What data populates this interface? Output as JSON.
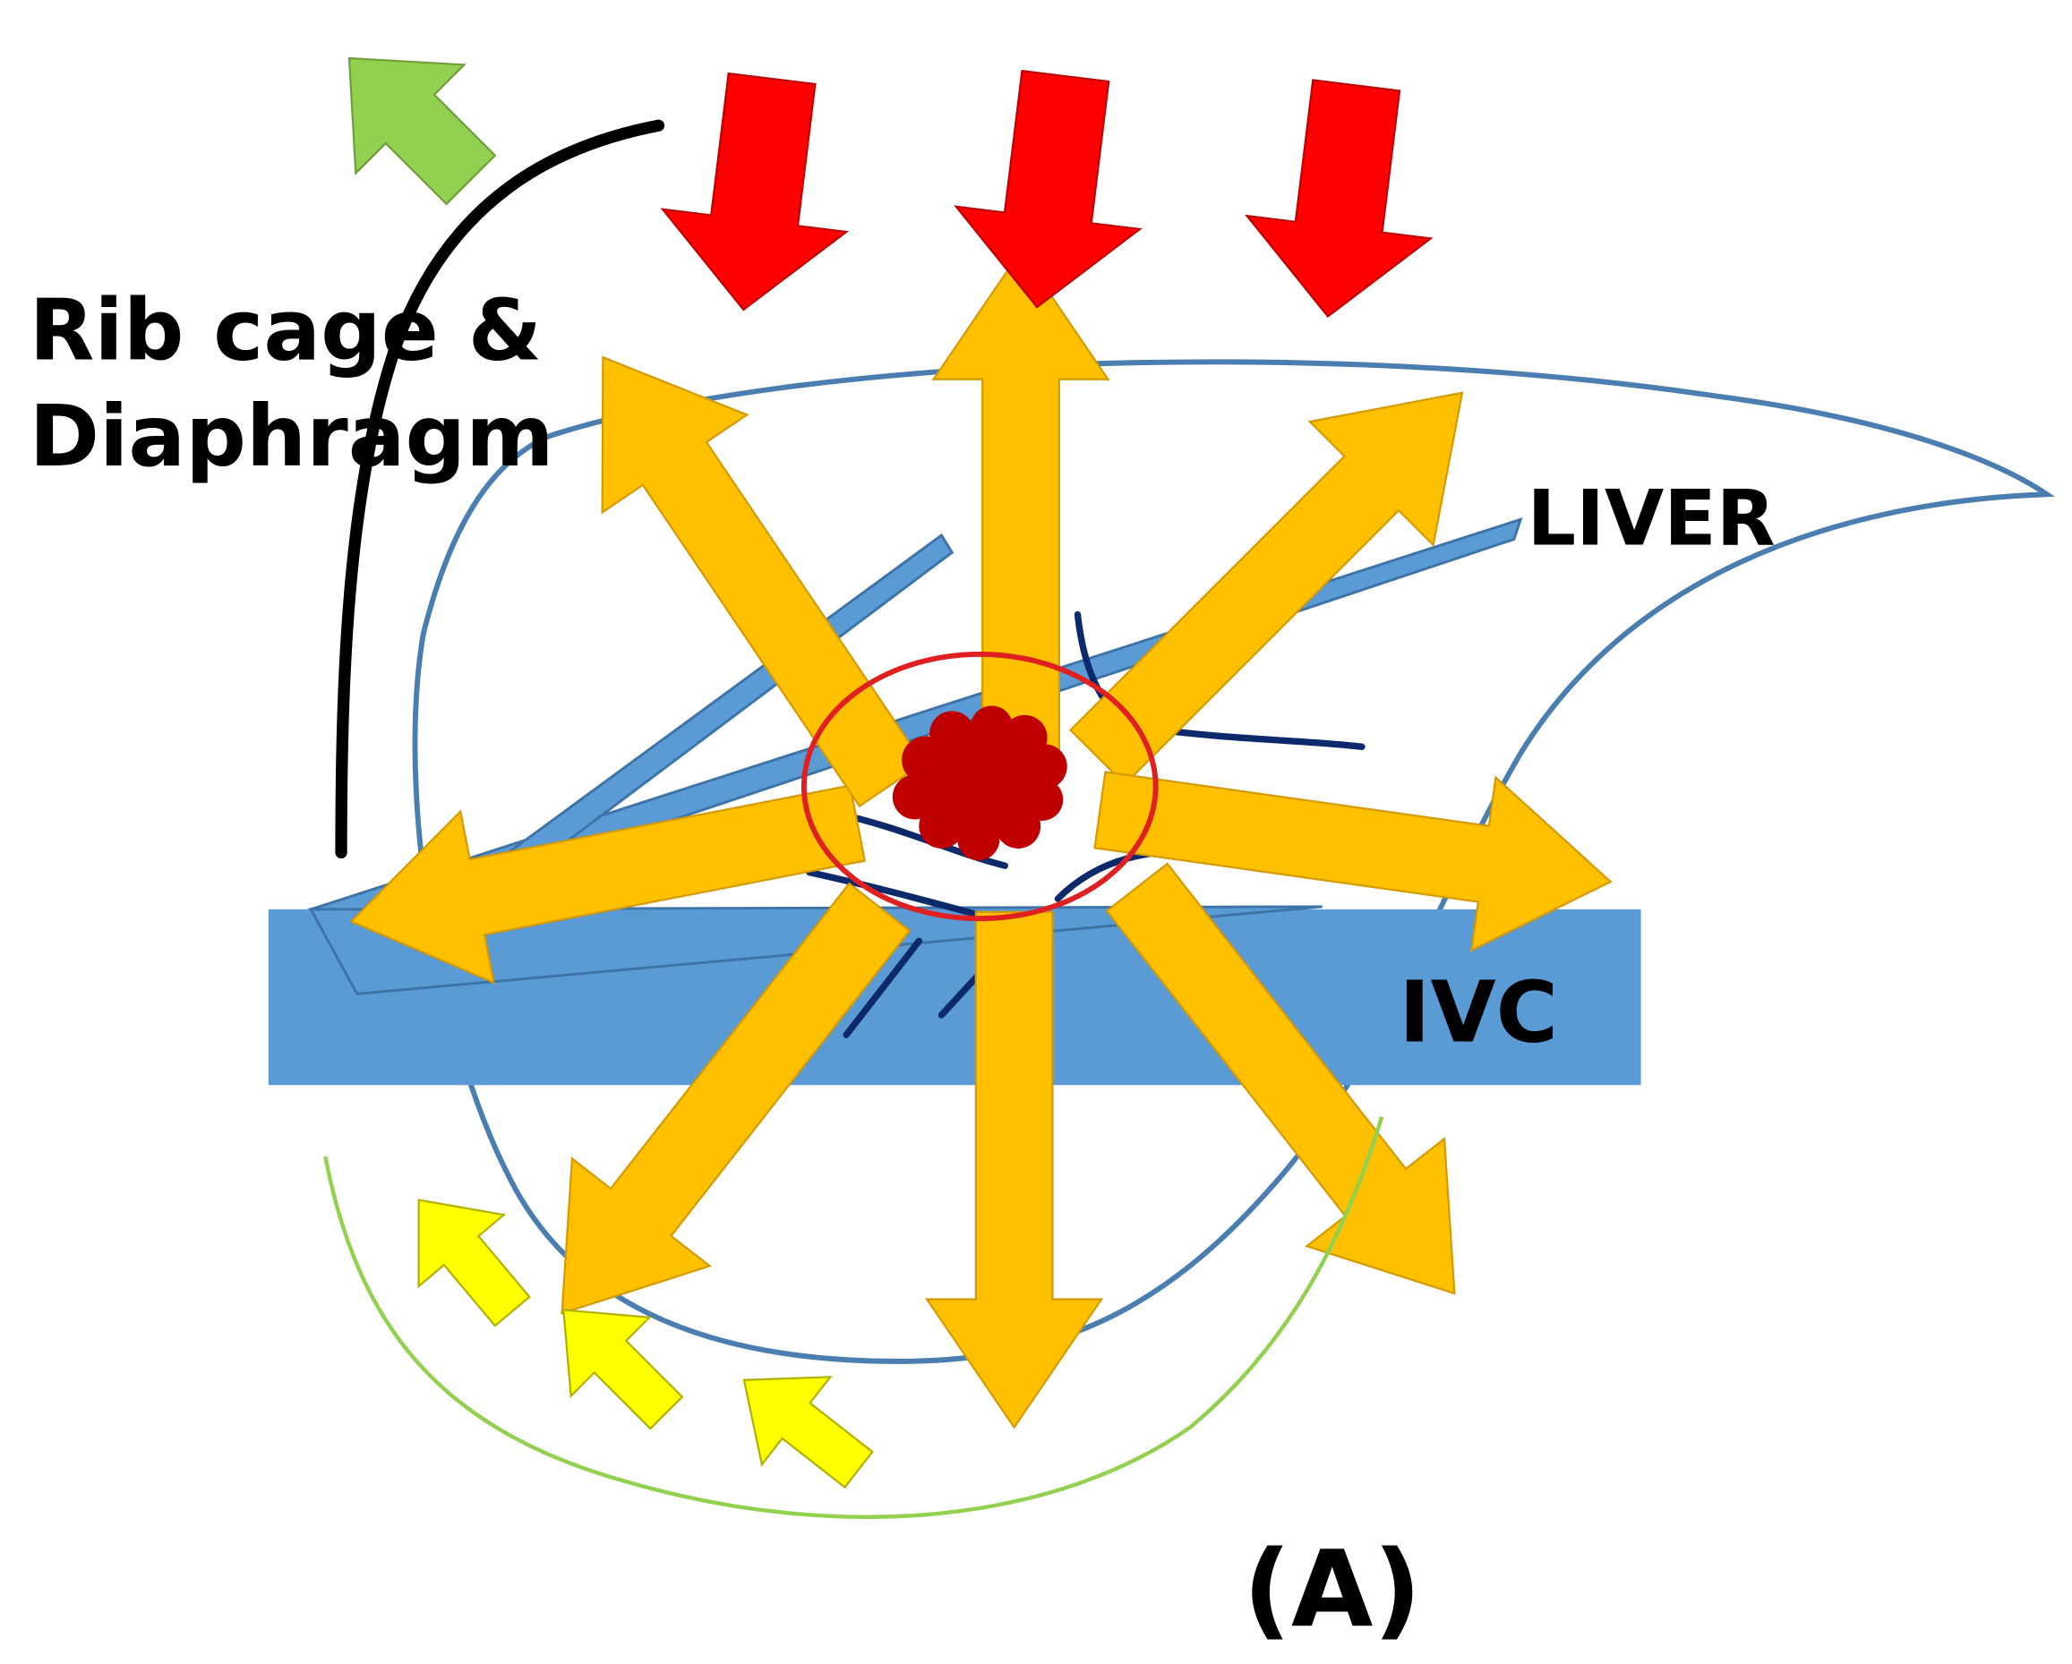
{
  "labels": {
    "rib_cage_line1": "Rib cage &",
    "rib_cage_line2": "Diaphragm",
    "liver": "LIVER",
    "ivc": "IVC",
    "panel": "(A)"
  },
  "colors": {
    "liver_outline": "#4a7eb0",
    "vessel_blue": "#5b9bd5",
    "dark_vessel": "#0c2a6b",
    "tumor": "#c00000",
    "focus_ring": "#e02020",
    "pressure_arrow": "#ff0000",
    "expansion_arrow": "#ffc000",
    "lift_arrow": "#ffff00",
    "retraction_arrow": "#92d050",
    "rib_cage_line": "#000000",
    "lower_boundary": "#92d050"
  },
  "icons": {
    "red_arrows": "down-arrow-icon",
    "orange_arrows": "radial-arrow-icon",
    "yellow_arrows": "up-right-arrow-icon",
    "green_arrow": "up-left-arrow-icon"
  }
}
